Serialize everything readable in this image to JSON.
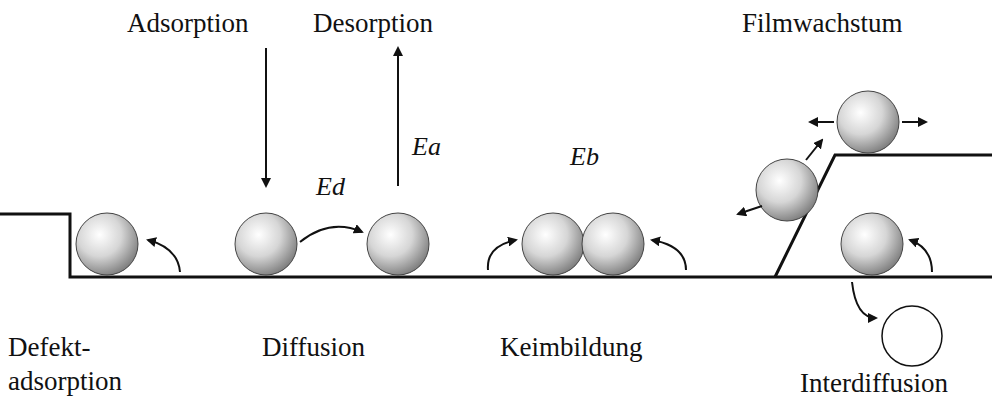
{
  "diagram": {
    "labels": [
      "Adsorption",
      "Desorption",
      "Filmwachstum",
      "Ea",
      "Ed",
      "Eb",
      "Defekt- adsorption",
      "Diffusion",
      "Keimbildung",
      "Interdiffusion"
    ]
  }
}
